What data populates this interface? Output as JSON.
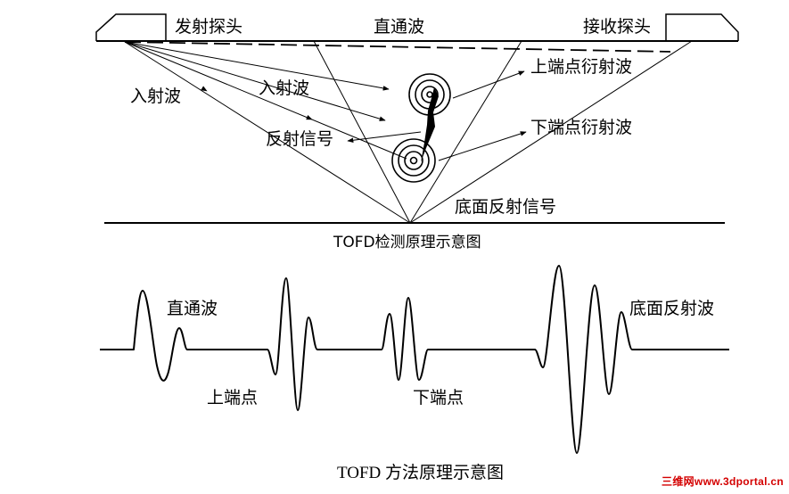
{
  "diagram": {
    "labels": {
      "transmit_probe": "发射探头",
      "lateral_wave_top": "直通波",
      "receive_probe": "接收探头",
      "incident_wave_left": "入射波",
      "incident_wave_mid": "入射波",
      "upper_tip_diffraction": "上端点衍射波",
      "lower_tip_diffraction": "下端点衍射波",
      "reflected_signal": "反射信号",
      "backwall_reflection_signal": "底面反射信号",
      "principle_title": "TOFD检测原理示意图"
    }
  },
  "waveform": {
    "labels": {
      "lateral_wave": "直通波",
      "upper_tip": "上端点",
      "lower_tip": "下端点",
      "backwall_wave": "底面反射波"
    }
  },
  "caption": "TOFD 方法原理示意图",
  "watermark": "三维网www.3dportal.cn",
  "colors": {
    "ink": "#000000",
    "watermark": "#d40000"
  }
}
